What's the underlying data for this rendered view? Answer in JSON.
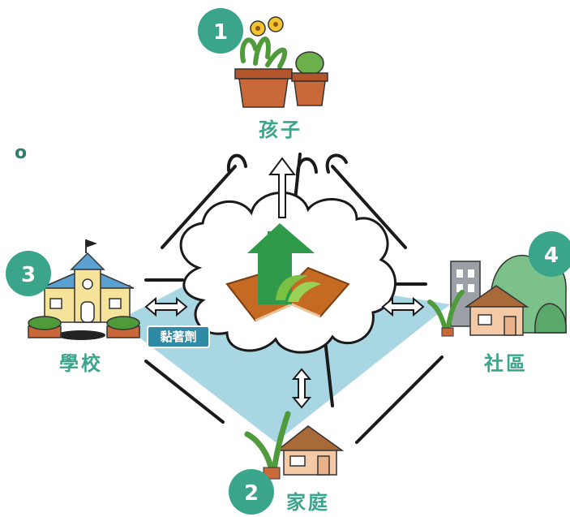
{
  "colors": {
    "badge": "#3aa58b",
    "label": "#3aa58b",
    "diamond": "#a9d6e3",
    "glue_tag": "#2f8aa6",
    "roof_green": "#2e9a4a",
    "book": "#b8641f"
  },
  "nodes": {
    "child": {
      "number": "1",
      "label": "孩子",
      "icon": "flower-pot-icon"
    },
    "family": {
      "number": "2",
      "label": "家庭",
      "icon": "house-icon"
    },
    "school": {
      "number": "3",
      "label": "學校",
      "icon": "school-building-icon"
    },
    "community": {
      "number": "4",
      "label": "社區",
      "icon": "community-buildings-icon"
    }
  },
  "center": {
    "glue_label": "黏著劑",
    "icon": "house-on-book-icon"
  },
  "decor": {
    "stray_mark": "o"
  }
}
